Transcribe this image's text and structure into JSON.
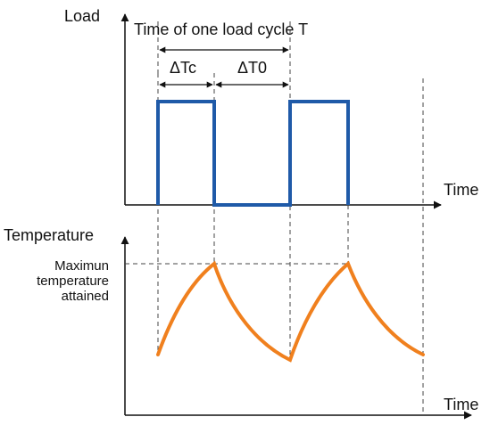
{
  "load_graph": {
    "y_axis_label": "Load",
    "x_axis_label": "Time",
    "cycle_label": "Time of one load cycle T",
    "on_interval_label": "ΔTc",
    "off_interval_label": "ΔT0"
  },
  "temperature_graph": {
    "y_axis_label": "Temperature",
    "x_axis_label": "Time",
    "max_temp_label_lines": [
      "Maximun",
      "temperature",
      "attained"
    ]
  },
  "colors": {
    "load_signal": "#1f5aa8",
    "temperature_curve": "#f0801e",
    "axis": "#111111",
    "guide_dashes": "#444444"
  }
}
